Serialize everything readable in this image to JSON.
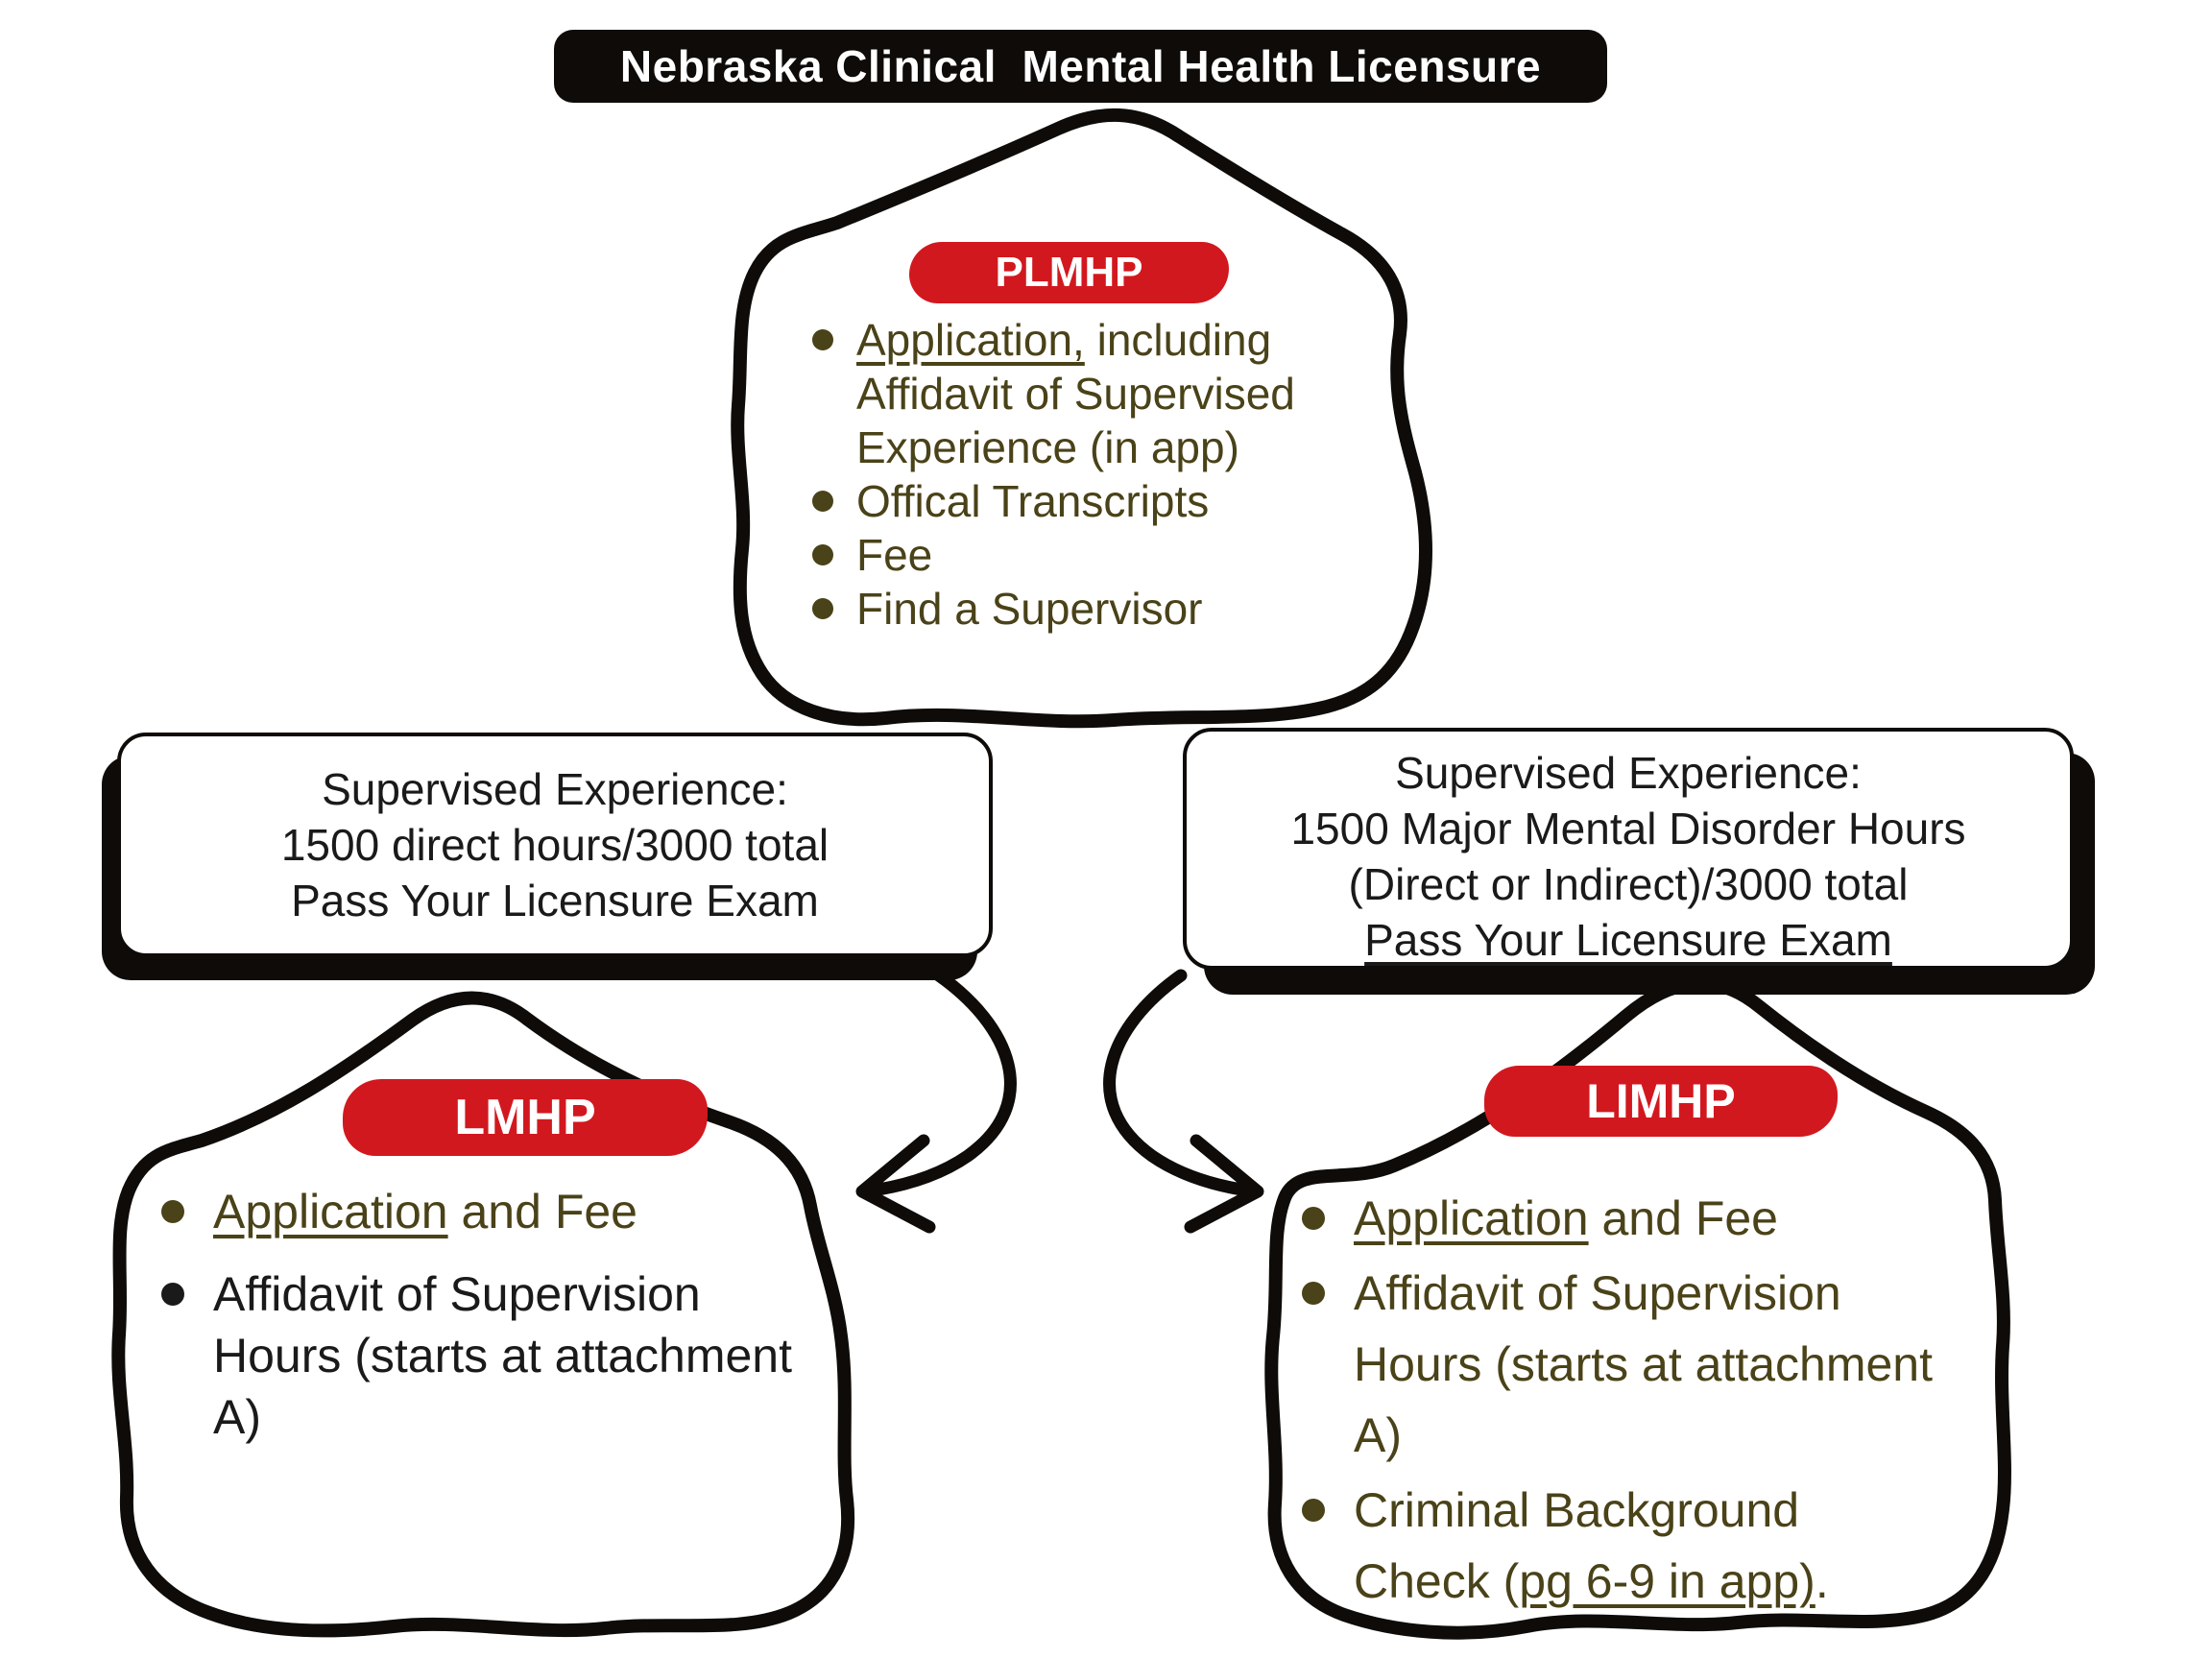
{
  "title": {
    "text": "Nebraska Clinical  Mental Health Licensure"
  },
  "colors": {
    "red": "#d2181f",
    "olive": "#4a4218",
    "ink": "#0e0b08",
    "text_black": "#1a1a1a",
    "paper": "#ffffff"
  },
  "plmhp": {
    "badge": "PLMHP",
    "bullets": [
      {
        "u": "Application,",
        "post": " including Affidavit of Supervised Experience (in app)"
      },
      {
        "post": "Offical Transcripts"
      },
      {
        "post": "Fee"
      },
      {
        "post": "Find a Supervisor"
      }
    ]
  },
  "mid_left": {
    "lines": [
      {
        "pre": "Supervised Experience:"
      },
      {
        "pre": "1500 direct hours/3000 total"
      },
      {
        "pre": "Pass Your Licensure Exam"
      }
    ]
  },
  "mid_right": {
    "lines": [
      {
        "pre": "Supervised Experience:"
      },
      {
        "pre": "1500 Major Mental Disorder Hours"
      },
      {
        "pre": "(Direct or Indirect)/3000 total"
      },
      {
        "u": "Pass Your Licensure Exam"
      }
    ]
  },
  "lmhp": {
    "badge": "LMHP",
    "bullets": [
      {
        "u": "Application",
        "post": " and Fee"
      },
      {
        "post": "Affidavit of Supervision Hours (starts at attachment A)"
      }
    ]
  },
  "limhp": {
    "badge": "LIMHP",
    "bullets": [
      {
        "u": "Application",
        "post": " and Fee"
      },
      {
        "post": "Affidavit of Supervision Hours (starts at attachment A)"
      },
      {
        "pre": "Criminal Background Check (",
        "u": "pg 6-9 in app)",
        "post": "."
      }
    ]
  }
}
